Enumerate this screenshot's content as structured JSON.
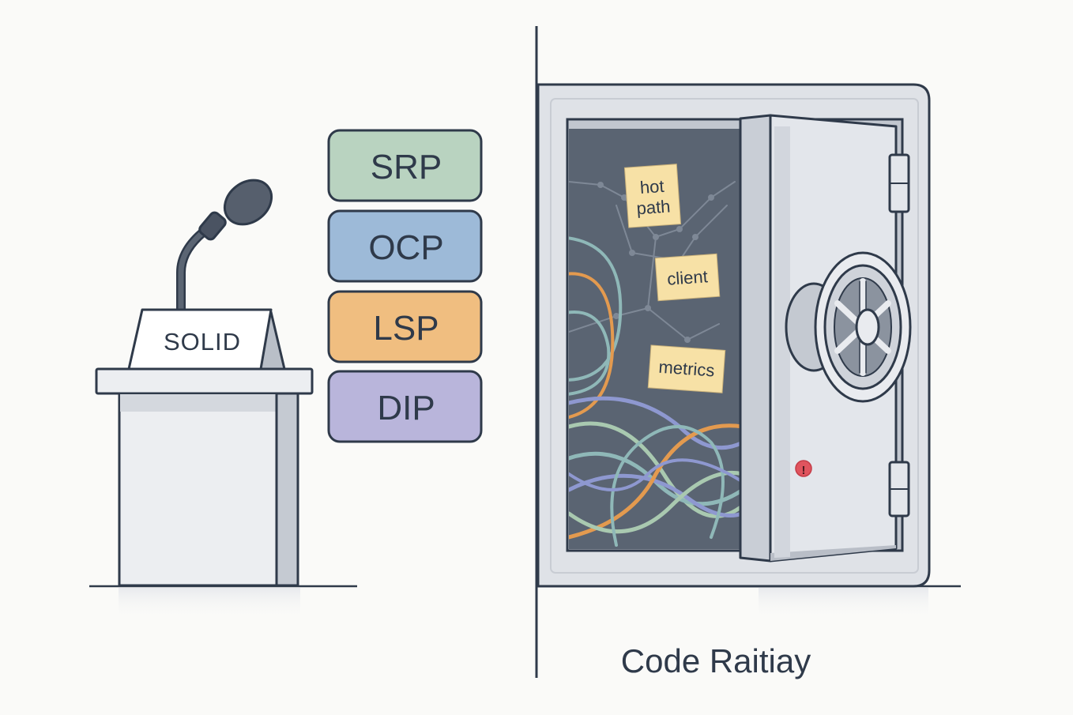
{
  "podium": {
    "sign_label": "SOLID"
  },
  "principles": [
    {
      "label": "SRP",
      "color": "#b9d3c0"
    },
    {
      "label": "OCP",
      "color": "#9dbad8"
    },
    {
      "label": "LSP",
      "color": "#f0be80"
    },
    {
      "label": "DIP",
      "color": "#b9b5db"
    }
  ],
  "safe": {
    "notes": [
      {
        "line1": "hot",
        "line2": "path"
      },
      {
        "line1": "client",
        "line2": ""
      },
      {
        "line1": "metrics",
        "line2": ""
      }
    ],
    "warning_mark": "!"
  },
  "caption": "Code Raitiay",
  "colors": {
    "outline": "#2f3a4a",
    "safe_body": "#dde0e6",
    "safe_interior": "#5a6472",
    "note": "#f7e1a6",
    "warning": "#e0545e"
  }
}
